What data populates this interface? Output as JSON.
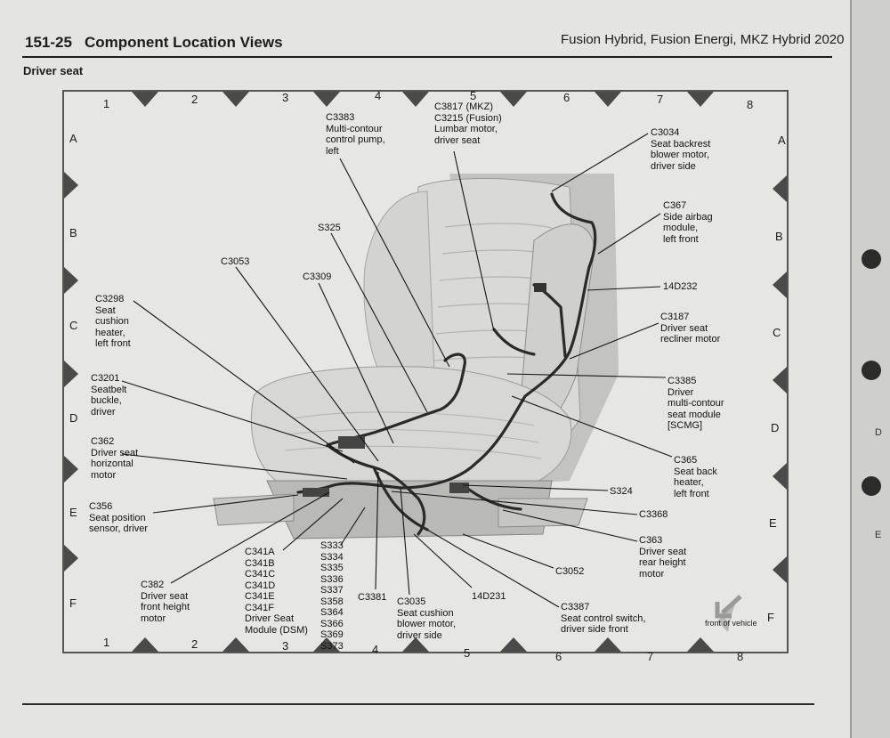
{
  "header": {
    "page_number": "151-25",
    "section_title": "Component Location Views",
    "vehicle_models": "Fusion Hybrid, Fusion Energi, MKZ Hybrid 2020"
  },
  "view_title": "Driver seat",
  "grid": {
    "columns": [
      "1",
      "2",
      "3",
      "4",
      "5",
      "6",
      "7",
      "8"
    ],
    "rows": [
      "A",
      "B",
      "C",
      "D",
      "E",
      "F"
    ]
  },
  "front_of_vehicle": "front of vehicle",
  "callouts": [
    {
      "id": "c3383",
      "text": "C3383\nMulti-contour\ncontrol pump,\nleft"
    },
    {
      "id": "c3817",
      "text": "C3817 (MKZ)\nC3215 (Fusion)\nLumbar motor,\ndriver seat"
    },
    {
      "id": "c3034",
      "text": "C3034\nSeat backrest\nblower motor,\ndriver side"
    },
    {
      "id": "c367",
      "text": "C367\nSide airbag\nmodule,\nleft front"
    },
    {
      "id": "14d232",
      "text": "14D232"
    },
    {
      "id": "c3187",
      "text": "C3187\nDriver seat\nrecliner motor"
    },
    {
      "id": "c3385",
      "text": "C3385\nDriver\nmulti-contour\nseat module\n[SCMG]"
    },
    {
      "id": "c365",
      "text": "C365\nSeat back\nheater,\nleft front"
    },
    {
      "id": "s324",
      "text": "S324"
    },
    {
      "id": "c3368",
      "text": "C3368"
    },
    {
      "id": "c363",
      "text": "C363\nDriver seat\nrear height\nmotor"
    },
    {
      "id": "c3052",
      "text": "C3052"
    },
    {
      "id": "c3387",
      "text": "C3387\nSeat control switch,\ndriver side front"
    },
    {
      "id": "14d231",
      "text": "14D231"
    },
    {
      "id": "c3035",
      "text": "C3035\nSeat cushion\nblower motor,\ndriver side"
    },
    {
      "id": "c3381",
      "text": "C3381"
    },
    {
      "id": "s333",
      "text": "S333\nS334\nS335\nS336\nS337\nS358\nS364\nS366\nS369\nS373"
    },
    {
      "id": "c341",
      "text": "C341A\nC341B\nC341C\nC341D\nC341E\nC341F\nDriver Seat\nModule (DSM)"
    },
    {
      "id": "c382",
      "text": "C382\nDriver seat\nfront height\nmotor"
    },
    {
      "id": "c356",
      "text": "C356\nSeat position\nsensor, driver"
    },
    {
      "id": "c362",
      "text": "C362\nDriver seat\nhorizontal\nmotor"
    },
    {
      "id": "c3201",
      "text": "C3201\nSeatbelt\nbuckle,\ndriver"
    },
    {
      "id": "c3298",
      "text": "C3298\nSeat\ncushion\nheater,\nleft front"
    },
    {
      "id": "c3053",
      "text": "C3053"
    },
    {
      "id": "c3309",
      "text": "C3309"
    },
    {
      "id": "s325",
      "text": "S325"
    }
  ],
  "next_page_edge_letters": [
    "D",
    "E"
  ]
}
